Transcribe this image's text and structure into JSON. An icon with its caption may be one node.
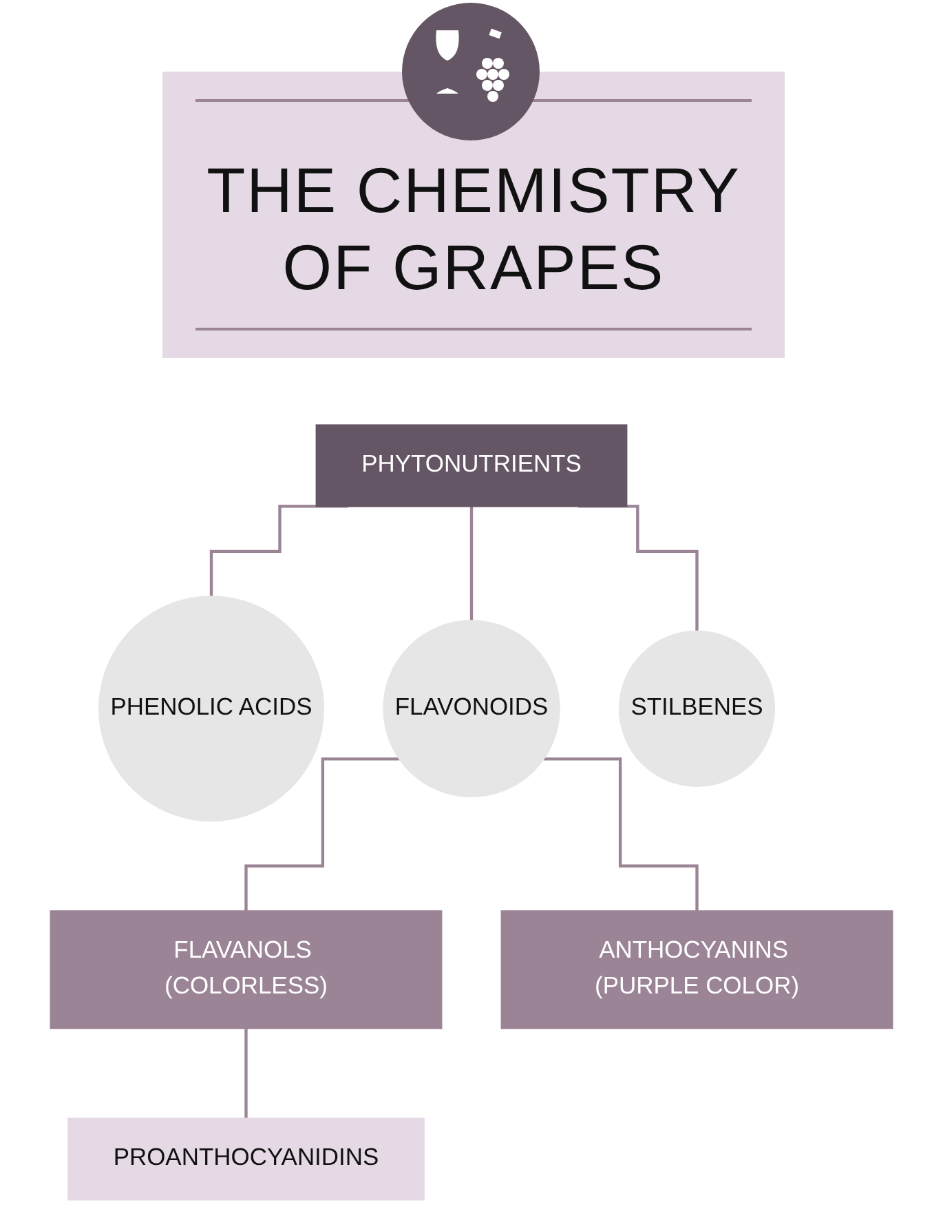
{
  "diagram": {
    "title": "THE CHEMISTRY OF GRAPES",
    "nodes": [
      {
        "text": [
          "PHYTONUTRIENTS"
        ]
      },
      {
        "text": [
          "PHENOLIC ACIDS"
        ]
      },
      {
        "text": [
          "FLAVONOIDS"
        ]
      },
      {
        "text": [
          "STILBENES"
        ]
      },
      {
        "text": [
          "FLAVANOLS (COLORLESS)"
        ]
      },
      {
        "text": [
          "ANTHOCYANINS (PURPLE COLOR)"
        ]
      },
      {
        "text": [
          "PROANTHOCYANIDINS"
        ]
      }
    ],
    "edges": [
      {
        "from": 0,
        "to": 1,
        "arrow": "none"
      },
      {
        "from": 0,
        "to": 2,
        "arrow": "none"
      },
      {
        "from": 0,
        "to": 3,
        "arrow": "none"
      },
      {
        "from": 2,
        "to": 4,
        "arrow": "none"
      },
      {
        "from": 2,
        "to": 5,
        "arrow": "none"
      },
      {
        "from": 4,
        "to": 6,
        "arrow": "none"
      }
    ]
  }
}
